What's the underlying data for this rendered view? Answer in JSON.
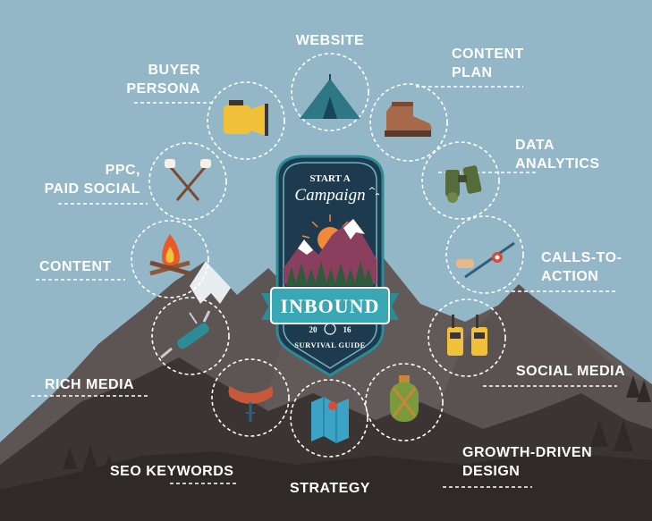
{
  "badge": {
    "line1": "START A",
    "line2": "Campaign",
    "title": "INBOUND",
    "year_left": "20",
    "year_right": "16",
    "subtitle": "SURVIVAL GUIDE"
  },
  "items": [
    {
      "id": "website",
      "label": "WEBSITE",
      "icon": "tent-icon"
    },
    {
      "id": "content-plan",
      "label": "CONTENT\nPLAN",
      "icon": "hiking-boot-icon"
    },
    {
      "id": "data-analytics",
      "label": "DATA\nANALYTICS",
      "icon": "binoculars-icon"
    },
    {
      "id": "calls-to-action",
      "label": "CALLS-TO-\nACTION",
      "icon": "fishing-rod-icon"
    },
    {
      "id": "social-media",
      "label": "SOCIAL MEDIA",
      "icon": "walkie-talkie-icon"
    },
    {
      "id": "growth-driven-design",
      "label": "GROWTH-DRIVEN\nDESIGN",
      "icon": "canteen-icon"
    },
    {
      "id": "strategy",
      "label": "STRATEGY",
      "icon": "map-icon"
    },
    {
      "id": "seo-keywords",
      "label": "SEO KEYWORDS",
      "icon": "sausage-icon"
    },
    {
      "id": "rich-media",
      "label": "RICH MEDIA",
      "icon": "pocket-knife-icon"
    },
    {
      "id": "content",
      "label": "CONTENT",
      "icon": "campfire-icon"
    },
    {
      "id": "ppc-paid-social",
      "label": "PPC,\nPAID SOCIAL",
      "icon": "marshmallow-sticks-icon"
    },
    {
      "id": "buyer-persona",
      "label": "BUYER\nPERSONA",
      "icon": "flashlight-icon"
    }
  ],
  "colors": {
    "sky": "#93b7c7",
    "mountain_dark": "#3a3432",
    "mountain_mid": "#5d5553",
    "mountain_light": "#77706e",
    "snow": "#e8eef0",
    "badge_navy": "#1d3a4f",
    "badge_teal": "#2b8c98",
    "badge_ribbon": "#3aa8b4"
  }
}
